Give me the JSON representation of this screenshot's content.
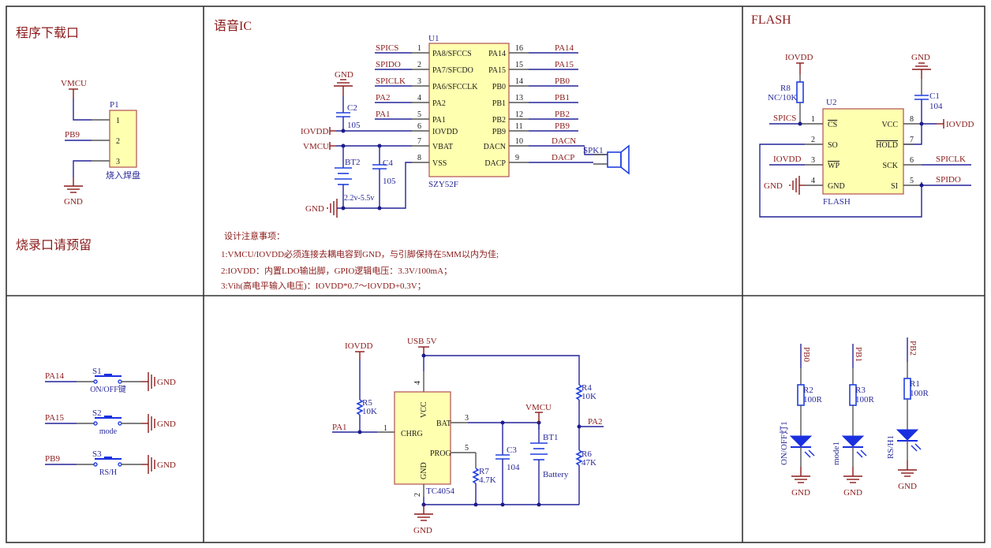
{
  "sections": {
    "download": {
      "title": "程序下载口",
      "footer": "烧录口请预留",
      "connector": {
        "ref": "P1",
        "desc": "烧入焊盘",
        "pins": [
          "1",
          "2",
          "3"
        ],
        "nets": {
          "vcc": "VMCU",
          "sig": "PB9",
          "gnd": "GND"
        }
      }
    },
    "voice_ic": {
      "title": "语音IC",
      "ic": {
        "ref": "U1",
        "part": "SZY52F",
        "left_pins": [
          {
            "num": "1",
            "name": "PA8/SFCCS",
            "net": "SPICS"
          },
          {
            "num": "2",
            "name": "PA7/SFCDO",
            "net": "SPIDO"
          },
          {
            "num": "3",
            "name": "PA6/SFCCLK",
            "net": "SPICLK"
          },
          {
            "num": "4",
            "name": "PA2",
            "net": "PA2"
          },
          {
            "num": "5",
            "name": "PA1",
            "net": "PA1"
          },
          {
            "num": "6",
            "name": "IOVDD",
            "net": "IOVDD"
          },
          {
            "num": "7",
            "name": "VBAT",
            "net": "VMCU"
          },
          {
            "num": "8",
            "name": "VSS",
            "net": "GND"
          }
        ],
        "right_pins": [
          {
            "num": "16",
            "name": "PA14",
            "net": "PA14"
          },
          {
            "num": "15",
            "name": "PA15",
            "net": "PA15"
          },
          {
            "num": "14",
            "name": "PB0",
            "net": "PB0"
          },
          {
            "num": "13",
            "name": "PB1",
            "net": "PB1"
          },
          {
            "num": "12",
            "name": "PB2",
            "net": "PB2"
          },
          {
            "num": "11",
            "name": "PB9",
            "net": "PB9"
          },
          {
            "num": "10",
            "name": "DACN",
            "net": "DACN"
          },
          {
            "num": "9",
            "name": "DACP",
            "net": "DACP"
          }
        ]
      },
      "c2": {
        "ref": "C2",
        "value": "105"
      },
      "c4": {
        "ref": "C4",
        "value": "105"
      },
      "bt2": {
        "ref": "BT2",
        "value": "2.2v-5.5v"
      },
      "speaker": {
        "ref": "SPK1"
      },
      "power_labels": {
        "iovdd": "IOVDD",
        "vmcu": "VMCU",
        "gnd_top": "GND",
        "gnd_bottom": "GND"
      },
      "notes": {
        "heading": "设计注意事项：",
        "lines": [
          "1:VMCU/IOVDD必须连接去耦电容到GND，与引脚保持在5MM以内为佳;",
          "2:IOVDD：内置LDO输出脚，GPIO逻辑电压：3.3V/100mA；",
          "3:Vih(高电平输入电压)：IOVDD*0.7～IOVDD+0.3V；"
        ]
      }
    },
    "flash": {
      "title": "FLASH",
      "ic": {
        "ref": "U2",
        "part": "FLASH",
        "left_pins": [
          {
            "num": "1",
            "name": "CS",
            "overline": true,
            "net": "SPICS"
          },
          {
            "num": "2",
            "name": "SO",
            "overline": false,
            "net": ""
          },
          {
            "num": "3",
            "name": "WP",
            "overline": true,
            "net": "IOVDD"
          },
          {
            "num": "4",
            "name": "GND",
            "overline": false,
            "net": "GND"
          }
        ],
        "right_pins": [
          {
            "num": "8",
            "name": "VCC",
            "overline": false,
            "net": "IOVDD"
          },
          {
            "num": "7",
            "name": "HOLD",
            "overline": true,
            "net": ""
          },
          {
            "num": "6",
            "name": "SCK",
            "overline": false,
            "net": "SPICLK"
          },
          {
            "num": "5",
            "name": "SI",
            "overline": false,
            "net": "SPIDO"
          }
        ]
      },
      "r8": {
        "ref": "R8",
        "value": "NC/10K"
      },
      "c1": {
        "ref": "C1",
        "value": "104"
      },
      "power_labels": {
        "iovdd_top": "IOVDD",
        "gnd_top": "GND",
        "gnd_left": "GND"
      }
    },
    "buttons": {
      "items": [
        {
          "net": "PA14",
          "ref": "S1",
          "label": "ON/OFF键",
          "gnd": "GND"
        },
        {
          "net": "PA15",
          "ref": "S2",
          "label": "mode",
          "gnd": "GND"
        },
        {
          "net": "PB9",
          "ref": "S3",
          "label": "RS/H",
          "gnd": "GND"
        }
      ]
    },
    "charger": {
      "ic": {
        "ref": "",
        "part": "TC4054",
        "pins": {
          "vcc": {
            "num": "4",
            "name": "VCC"
          },
          "chrg": {
            "num": "1",
            "name": "CHRG"
          },
          "bat": {
            "num": "3",
            "name": "BAT"
          },
          "prog": {
            "num": "5",
            "name": "PROG"
          },
          "gnd": {
            "num": "2",
            "name": "GND"
          }
        }
      },
      "r5": {
        "ref": "R5",
        "value": "10K"
      },
      "r4": {
        "ref": "R4",
        "value": "10K"
      },
      "r6": {
        "ref": "R6",
        "value": "47K"
      },
      "r7": {
        "ref": "R7",
        "value": "4.7K"
      },
      "c3": {
        "ref": "C3",
        "value": "104"
      },
      "bt1": {
        "ref": "BT1",
        "value": "Battery"
      },
      "labels": {
        "usb": "USB 5V",
        "iovdd": "IOVDD",
        "vmcu": "VMCU",
        "pa1": "PA1",
        "pa2": "PA2",
        "gnd": "GND"
      }
    },
    "leds": {
      "items": [
        {
          "net": "PB0",
          "res_ref": "R2",
          "res_value": "100R",
          "led_label": "ON/OFF灯1",
          "gnd": "GND"
        },
        {
          "net": "PB1",
          "res_ref": "R3",
          "res_value": "100R",
          "led_label": "mode1",
          "gnd": "GND"
        },
        {
          "net": "PB2",
          "res_ref": "R1",
          "res_value": "100R",
          "led_label": "RS/H1",
          "gnd": "GND"
        }
      ]
    }
  }
}
